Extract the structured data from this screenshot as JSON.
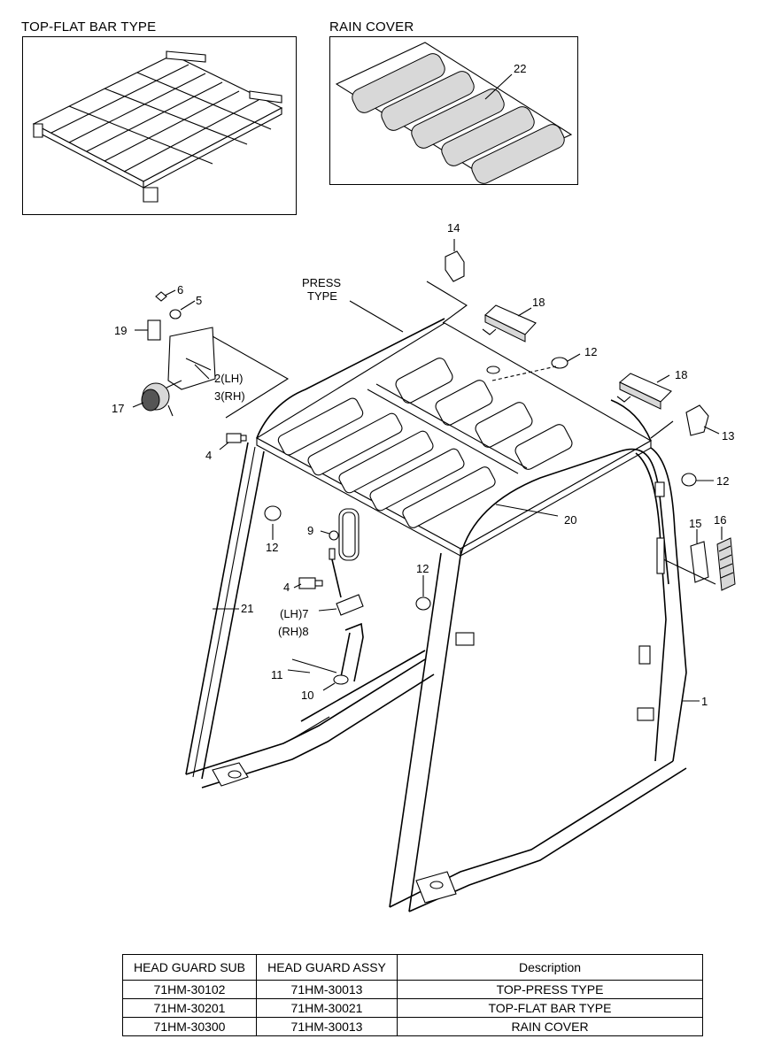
{
  "insets": {
    "top_flat_title": "TOP-FLAT BAR TYPE",
    "rain_cover_title": "RAIN COVER",
    "rain_cover_callout": "22"
  },
  "callouts": {
    "c14": "14",
    "c6": "6",
    "c5": "5",
    "press_type_1": "PRESS",
    "press_type_2": "TYPE",
    "c18a": "18",
    "c19": "19",
    "c12a": "12",
    "c18b": "18",
    "c2": "2(LH)",
    "c3": "3(RH)",
    "c17": "17",
    "c13": "13",
    "c4a": "4",
    "c12b": "12",
    "c12c": "12",
    "c9": "9",
    "c20": "20",
    "c15": "15",
    "c16": "16",
    "c12d": "12",
    "c4b": "4",
    "c7": "(LH)7",
    "c8": "(RH)8",
    "c21": "21",
    "c11": "11",
    "c10": "10",
    "c1": "1"
  },
  "table": {
    "headers": [
      "HEAD GUARD SUB",
      "HEAD GUARD ASSY",
      "Description"
    ],
    "rows": [
      [
        "71HM-30102",
        "71HM-30013",
        "TOP-PRESS TYPE"
      ],
      [
        "71HM-30201",
        "71HM-30021",
        "TOP-FLAT BAR TYPE"
      ],
      [
        "71HM-30300",
        "71HM-30013",
        "RAIN COVER"
      ]
    ]
  }
}
